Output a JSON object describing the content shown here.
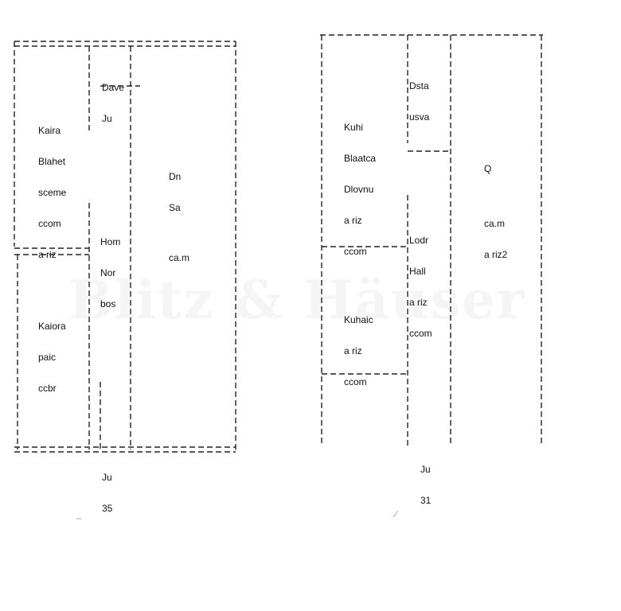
{
  "watermark": "Blitz & Häuser",
  "plan_left": {
    "rooms": [
      {
        "id": "bedroom",
        "lines": [
          "Kaira",
          "Blahet",
          "sceme",
          "ccom",
          "a riz"
        ]
      },
      {
        "id": "entry",
        "lines": [
          "Dave",
          "Ju"
        ]
      },
      {
        "id": "living",
        "lines": [
          "Dn",
          "Sa",
          "ca.m"
        ]
      },
      {
        "id": "hall",
        "lines": [
          "Hom",
          "Nor",
          "bos"
        ]
      },
      {
        "id": "kitchen",
        "lines": [
          "Kaiora",
          "paic",
          "ccbr"
        ]
      }
    ],
    "bottom_label": [
      "Ju",
      "35"
    ]
  },
  "plan_right": {
    "rooms": [
      {
        "id": "bedroom",
        "lines": [
          "Kuhi",
          "Blaatca",
          "Dlovnu",
          "a riz",
          "ccom"
        ]
      },
      {
        "id": "entry",
        "lines": [
          "Dsta",
          "usva"
        ]
      },
      {
        "id": "living",
        "lines": [
          "Q",
          "ca.m",
          "a riz2"
        ]
      },
      {
        "id": "hall",
        "lines": [
          "Lodr",
          "Hall",
          "a riz",
          "ccom"
        ]
      },
      {
        "id": "kitchen",
        "lines": [
          "Kuhaic",
          "a riz",
          "ccom"
        ]
      }
    ],
    "bottom_label": [
      "Ju",
      "31"
    ]
  }
}
